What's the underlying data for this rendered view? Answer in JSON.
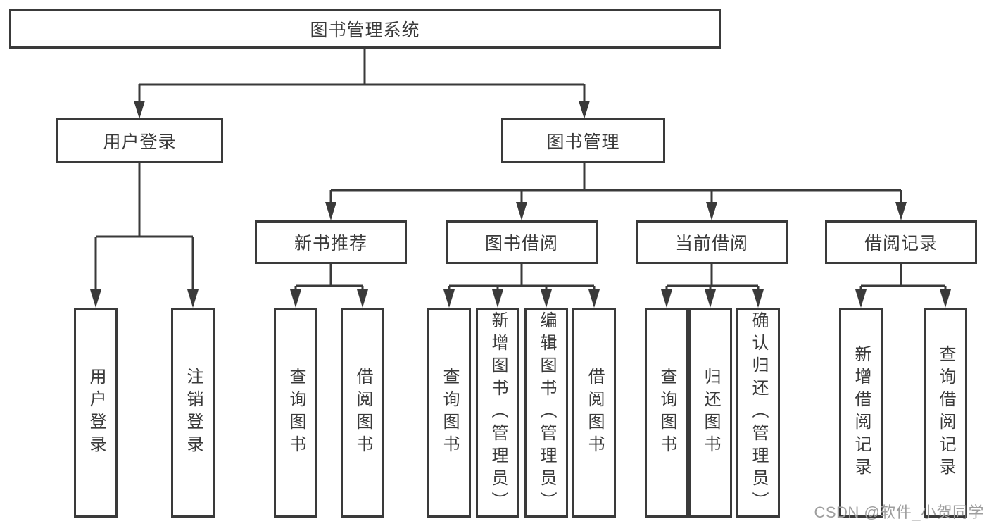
{
  "tree": {
    "label": "图书管理系统",
    "children": [
      {
        "label": "用户登录",
        "children": [
          {
            "label": "用户登录"
          },
          {
            "label": "注销登录"
          }
        ]
      },
      {
        "label": "图书管理",
        "children": [
          {
            "label": "新书推荐",
            "children": [
              {
                "label": "查询图书"
              },
              {
                "label": "借阅图书"
              }
            ]
          },
          {
            "label": "图书借阅",
            "children": [
              {
                "label": "查询图书"
              },
              {
                "label": "新增图书（管理员）"
              },
              {
                "label": "编辑图书（管理员）"
              },
              {
                "label": "借阅图书"
              }
            ]
          },
          {
            "label": "当前借阅",
            "children": [
              {
                "label": "查询图书"
              },
              {
                "label": "归还图书"
              },
              {
                "label": "确认归还（管理员）"
              }
            ]
          },
          {
            "label": "借阅记录",
            "children": [
              {
                "label": "新增借阅记录"
              },
              {
                "label": "查询借阅记录"
              }
            ]
          }
        ]
      }
    ]
  },
  "watermark": "CSDN @软件_小贺同学",
  "colors": {
    "line": "#3a3a3a",
    "box_border": "#3a3a3a",
    "text": "#3a3a3a",
    "watermark": "#9e9e9e",
    "background": "#ffffff"
  }
}
